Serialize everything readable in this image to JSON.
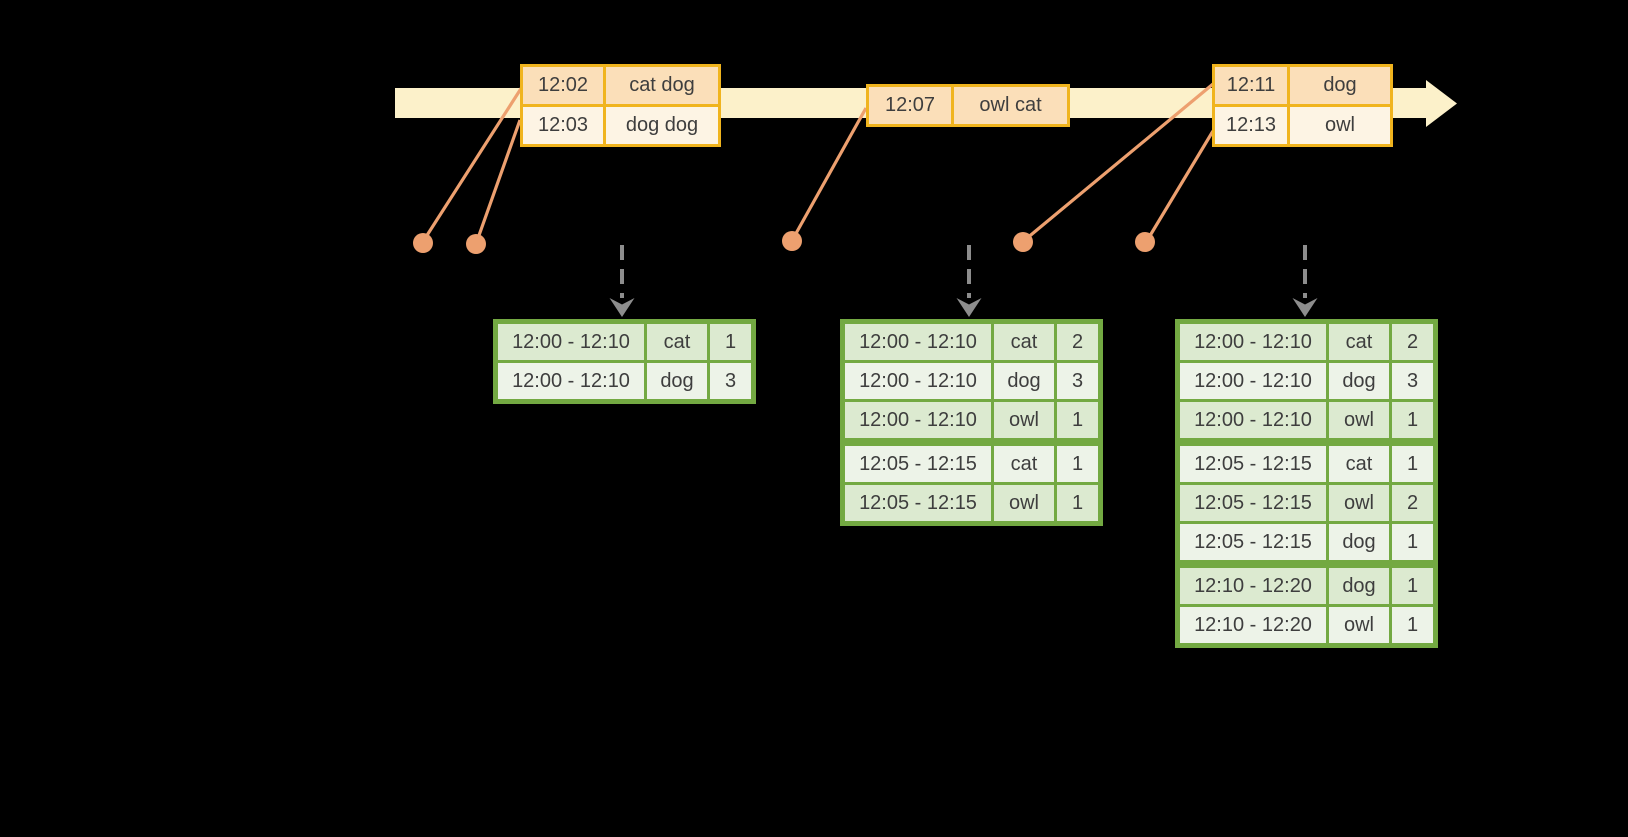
{
  "colors": {
    "background": "#000000",
    "timeline_band": "#fcf1ca",
    "event_border": "#f0b41e",
    "event_row_dark": "#fbdfb9",
    "event_row_light": "#fdf4e4",
    "marker": "#eda06f",
    "dashed_arrow": "#8d8d8d",
    "result_border": "#73a942",
    "result_row_dark": "#dcead0",
    "result_row_light": "#edf3e8",
    "text": "#3e3e3e"
  },
  "timeline": {
    "event_tables": [
      {
        "rows": [
          {
            "time": "12:02",
            "words": "cat dog"
          },
          {
            "time": "12:03",
            "words": "dog dog"
          }
        ]
      },
      {
        "rows": [
          {
            "time": "12:07",
            "words": "owl cat"
          }
        ]
      },
      {
        "rows": [
          {
            "time": "12:11",
            "words": "dog"
          },
          {
            "time": "12:13",
            "words": "owl"
          }
        ]
      }
    ]
  },
  "result_tables": [
    {
      "rows": [
        {
          "window": "12:00 - 12:10",
          "word": "cat",
          "count": "1"
        },
        {
          "window": "12:00 - 12:10",
          "word": "dog",
          "count": "3"
        }
      ]
    },
    {
      "rows": [
        {
          "window": "12:00 - 12:10",
          "word": "cat",
          "count": "2"
        },
        {
          "window": "12:00 - 12:10",
          "word": "dog",
          "count": "3"
        },
        {
          "window": "12:00 - 12:10",
          "word": "owl",
          "count": "1"
        },
        {
          "window": "12:05 - 12:15",
          "word": "cat",
          "count": "1"
        },
        {
          "window": "12:05 - 12:15",
          "word": "owl",
          "count": "1"
        }
      ]
    },
    {
      "rows": [
        {
          "window": "12:00 - 12:10",
          "word": "cat",
          "count": "2"
        },
        {
          "window": "12:00 - 12:10",
          "word": "dog",
          "count": "3"
        },
        {
          "window": "12:00 - 12:10",
          "word": "owl",
          "count": "1"
        },
        {
          "window": "12:05 - 12:15",
          "word": "cat",
          "count": "1"
        },
        {
          "window": "12:05 - 12:15",
          "word": "owl",
          "count": "2"
        },
        {
          "window": "12:05 - 12:15",
          "word": "dog",
          "count": "1"
        },
        {
          "window": "12:10 - 12:20",
          "word": "dog",
          "count": "1"
        },
        {
          "window": "12:10 - 12:20",
          "word": "owl",
          "count": "1"
        }
      ]
    }
  ]
}
